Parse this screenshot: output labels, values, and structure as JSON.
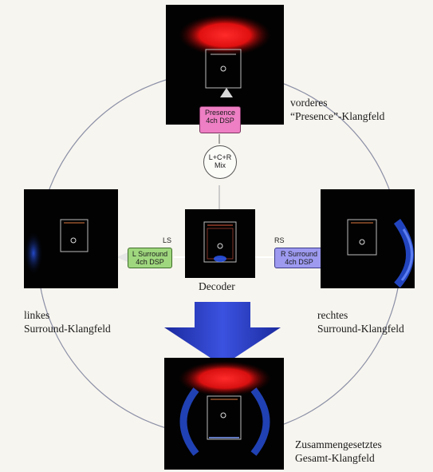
{
  "labels": {
    "front": [
      "vorderes",
      "“Presence”-Klangfeld"
    ],
    "left": [
      "linkes",
      "Surround-Klangfeld"
    ],
    "right": [
      "rechtes",
      "Surround-Klangfeld"
    ],
    "combined": [
      "Zusammengesetztes",
      "Gesamt-Klangfeld"
    ],
    "decoder": "Decoder"
  },
  "blocks": {
    "presence": [
      "Presence",
      "4ch DSP"
    ],
    "mix": [
      "L+C+R",
      "Mix"
    ],
    "left_surround": [
      "L Surround",
      "4ch DSP"
    ],
    "right_surround": [
      "R Surround",
      "4ch DSP"
    ]
  },
  "channels": {
    "left": "LS",
    "right": "RS"
  },
  "colors": {
    "presence_box": "#ee7fc4",
    "left_surround_box": "#9fd77e",
    "right_surround_box": "#9d9af0",
    "front_glow": "#ff1a1a",
    "surround_glow": "#2d5cff",
    "big_arrow": "#2438c8",
    "circle_line": "#8a8fa6"
  }
}
